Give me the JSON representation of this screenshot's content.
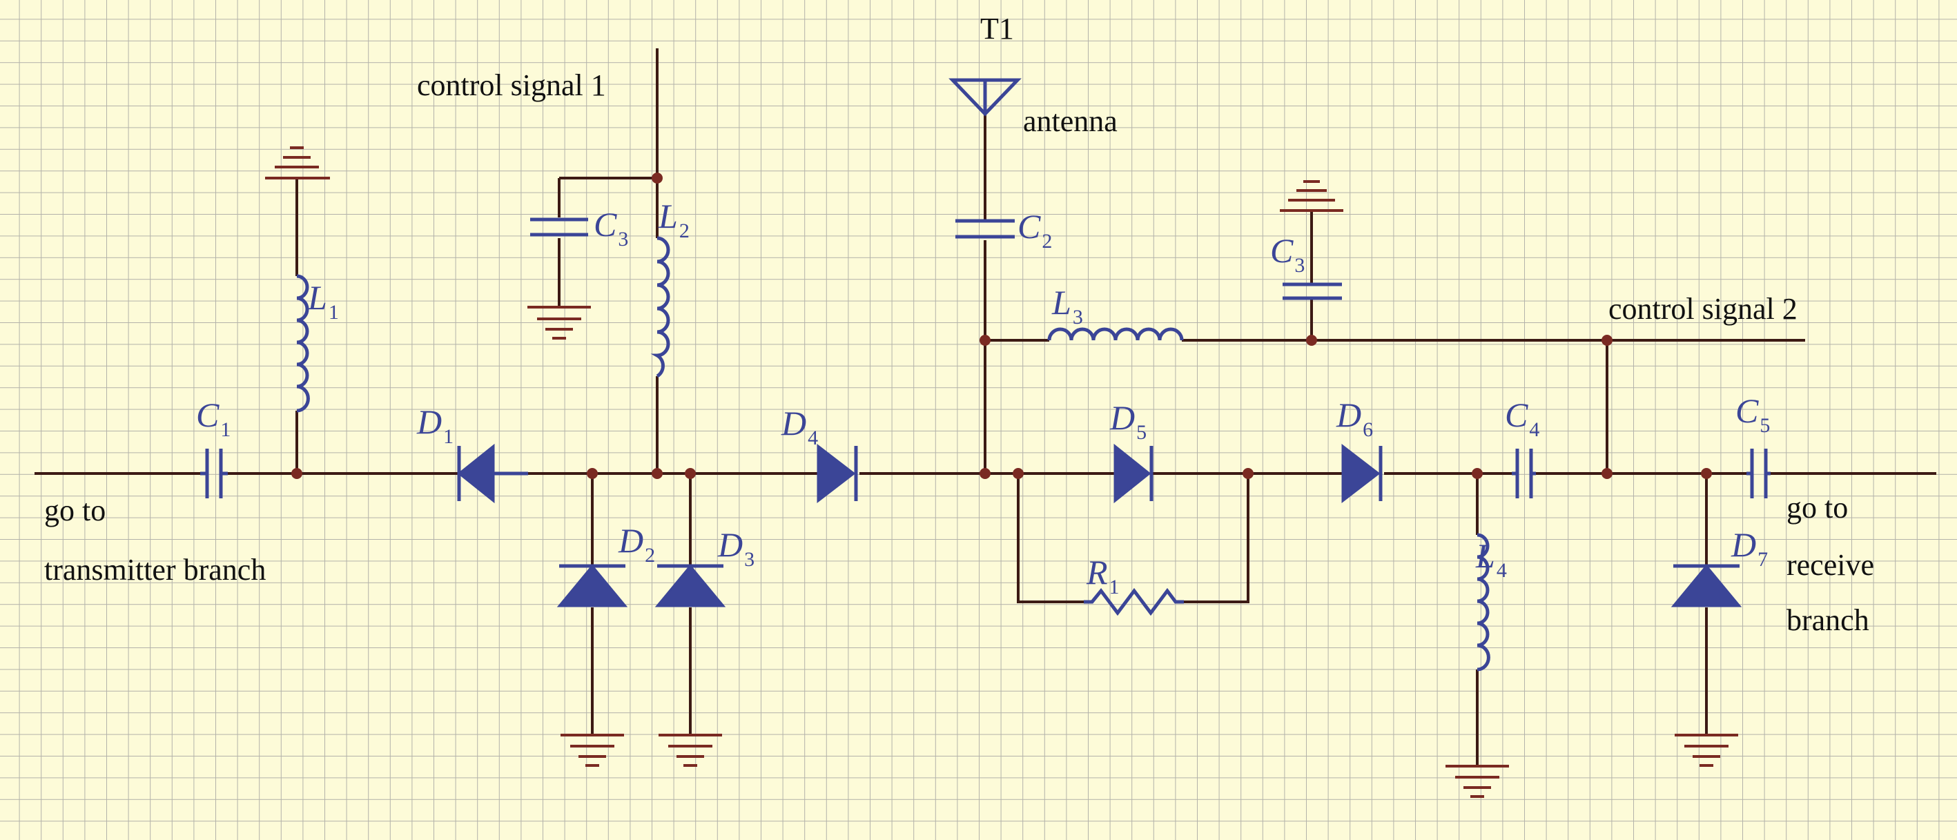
{
  "labels": {
    "antenna_ref": "T1",
    "antenna": "antenna",
    "control1": "control signal 1",
    "control2": "control signal 2",
    "tx_line1": "go to",
    "tx_line2": "transmitter branch",
    "rx_line1": "go to",
    "rx_line2": "receive",
    "rx_line3": "branch"
  },
  "components": {
    "C1": {
      "letter": "C",
      "sub": "1"
    },
    "C2": {
      "letter": "C",
      "sub": "2"
    },
    "C3a": {
      "letter": "C",
      "sub": "3"
    },
    "C3b": {
      "letter": "C",
      "sub": "3"
    },
    "C4": {
      "letter": "C",
      "sub": "4"
    },
    "C5": {
      "letter": "C",
      "sub": "5"
    },
    "L1": {
      "letter": "L",
      "sub": "1"
    },
    "L2": {
      "letter": "L",
      "sub": "2"
    },
    "L3": {
      "letter": "L",
      "sub": "3"
    },
    "L4": {
      "letter": "L",
      "sub": "4"
    },
    "R1": {
      "letter": "R",
      "sub": "1"
    },
    "D1": {
      "letter": "D",
      "sub": "1"
    },
    "D2": {
      "letter": "D",
      "sub": "2"
    },
    "D3": {
      "letter": "D",
      "sub": "3"
    },
    "D4": {
      "letter": "D",
      "sub": "4"
    },
    "D5": {
      "letter": "D",
      "sub": "5"
    },
    "D6": {
      "letter": "D",
      "sub": "6"
    },
    "D7": {
      "letter": "D",
      "sub": "7"
    }
  },
  "colors": {
    "background": "#fdfbd8",
    "grid": "#9a9a9a",
    "component": "#3b4597",
    "wire": "#3c1a14",
    "ground_and_nodes": "#7a2a22"
  }
}
